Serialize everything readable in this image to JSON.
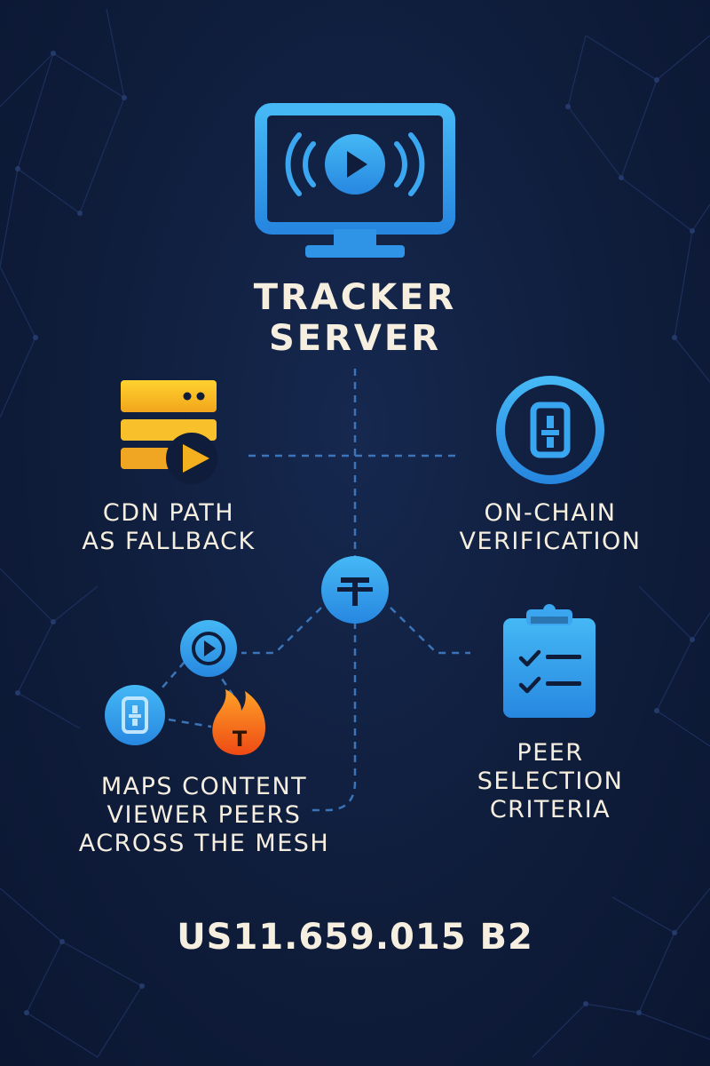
{
  "title": {
    "line1": "TRACKER",
    "line2": "SERVER"
  },
  "nodes": {
    "cdn": {
      "line1": "CDN PATH",
      "line2": "AS FALLBACK"
    },
    "chain": {
      "line1": "ON-CHAIN",
      "line2": "VERIFICATION"
    },
    "maps": {
      "line1": "MAPS CONTENT",
      "line2": "VIEWER PEERS",
      "line3": "ACROSS THE MESH"
    },
    "peer": {
      "line1": "PEER",
      "line2": "SELECTION",
      "line3": "CRITERIA"
    }
  },
  "hub_glyph": "T",
  "flame_glyph": "T",
  "patent_number": "US11.659.015 B2",
  "colors": {
    "background": "#0f1d3b",
    "accent_blue": "#2f9bea",
    "accent_yellow": "#f5b623",
    "accent_orange": "#f06a1c",
    "text": "#f6efe0"
  },
  "icons": [
    "monitor-play-icon",
    "server-fallback-icon",
    "token-circle-icon",
    "hub-token-icon",
    "play-node-icon",
    "token-node-icon",
    "flame-token-icon",
    "clipboard-checklist-icon"
  ]
}
